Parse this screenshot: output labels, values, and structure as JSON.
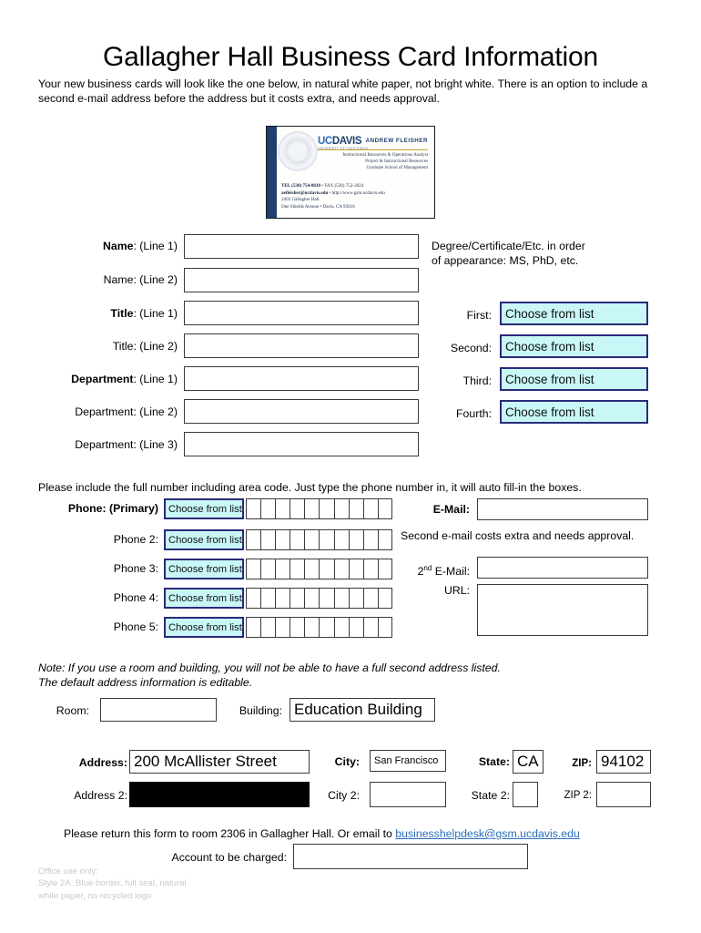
{
  "header": {
    "title": "Gallagher Hall Business Card Information",
    "intro": "Your new business cards will look like the one below, in natural white paper, not bright white. There is an option to include a second e-mail address before the address but it costs extra, and needs approval."
  },
  "card": {
    "logo_uc": "UC",
    "logo_davis": "DAVIS",
    "logo_sub": "UNIVERSITY OF CALIFORNIA",
    "name": "ANDREW FLEISHER",
    "title_line_1": "Instructional Resources & Operations Analyst",
    "title_line_2": "Project & Instructional Resources",
    "title_line_3": "Graduate School of Management",
    "tel": "TEL (530) 754-8830",
    "tel_sep": " • ",
    "fax": "FAX (530) 752-2024",
    "email": "aefleisher@ucdavis.edu",
    "email_sep": " • ",
    "web": "http://www.gsm.ucdavis.edu",
    "address_1": "2402 Gallagher Hall",
    "address_2": "One Shields Avenue • Davis, CA 95616"
  },
  "name_section": {
    "rows": [
      {
        "label_strong": "Name",
        "label_rest": ": (Line 1)",
        "bold": true,
        "value": ""
      },
      {
        "label_strong": "Name",
        "label_rest": ": (Line 2)",
        "bold": false,
        "value": ""
      },
      {
        "label_strong": "Title",
        "label_rest": ": (Line 1)",
        "bold": true,
        "value": ""
      },
      {
        "label_strong": "Title",
        "label_rest": ": (Line 2)",
        "bold": false,
        "value": ""
      },
      {
        "label_strong": "Department",
        "label_rest": ": (Line 1)",
        "bold": true,
        "value": ""
      },
      {
        "label_strong": "Department",
        "label_rest": ": (Line 2)",
        "bold": false,
        "value": ""
      },
      {
        "label_strong": "Department",
        "label_rest": ": (Line 3)",
        "bold": false,
        "value": ""
      }
    ]
  },
  "degree_section": {
    "note": "Degree/Certificate/Etc. in order of appearance: MS, PhD, etc.",
    "rows": [
      {
        "label": "First:",
        "value": "Choose from list"
      },
      {
        "label": "Second:",
        "value": "Choose from list"
      },
      {
        "label": "Third:",
        "value": "Choose from list"
      },
      {
        "label": "Fourth:",
        "value": "Choose from list"
      }
    ]
  },
  "phone_section": {
    "instruction": "Please include the full number including area code. Just type the phone number in, it will auto fill-in the boxes.",
    "digit_count": 10,
    "rows": [
      {
        "label_strong": "Phone: (Primary)",
        "bold": true,
        "value": "Choose from list"
      },
      {
        "label_strong": "Phone 2:",
        "bold": false,
        "value": "Choose from list"
      },
      {
        "label_strong": "Phone 3:",
        "bold": false,
        "value": "Choose from list"
      },
      {
        "label_strong": "Phone 4:",
        "bold": false,
        "value": "Choose from list"
      },
      {
        "label_strong": "Phone 5:",
        "bold": false,
        "value": "Choose from list"
      }
    ]
  },
  "email_section": {
    "email_label": "E-Mail:",
    "email_value": "",
    "second_note": "Second e-mail costs extra and needs approval.",
    "second_label_num": "2",
    "second_label_sup": "nd",
    "second_label_rest": " E-Mail:",
    "second_value": "",
    "url_label": "URL:",
    "url_value": ""
  },
  "address_section": {
    "note_line_1": "Note: If you use a room and building, you will not be able to have a full second address listed.",
    "note_line_2": "The default address information is editable.",
    "room_label": "Room:",
    "room_value": "",
    "building_label": "Building:",
    "building_value": "Education Building",
    "address_label": "Address:",
    "address_value": "200 McAllister Street",
    "city_label": "City:",
    "city_value": "San Francisco",
    "state_label": "State:",
    "state_value": "CA",
    "zip_label": "ZIP:",
    "zip_value": "94102",
    "address2_label": "Address 2:",
    "address2_value": "",
    "city2_label": "City 2:",
    "city2_value": "",
    "state2_label": "State 2:",
    "state2_value": "",
    "zip2_label": "ZIP 2:",
    "zip2_value": ""
  },
  "footer": {
    "return_text": "Please return this form to room 2306 in Gallagher Hall. Or email to ",
    "return_email": "businesshelpdesk@gsm.ucdavis.edu",
    "account_label": "Account to be charged:",
    "account_value": "",
    "office_line_1": "Office use only:",
    "office_line_2": "Style 2A: Blue border, full seal, natural",
    "office_line_3": "white paper, no recycled logo"
  },
  "colors": {
    "dropdown_fill": "#c9f7f7",
    "dropdown_border": "#2a2a7a",
    "card_stripe": "#1f3f6e",
    "card_rule": "#c8a227",
    "link": "#2a6ebb"
  }
}
